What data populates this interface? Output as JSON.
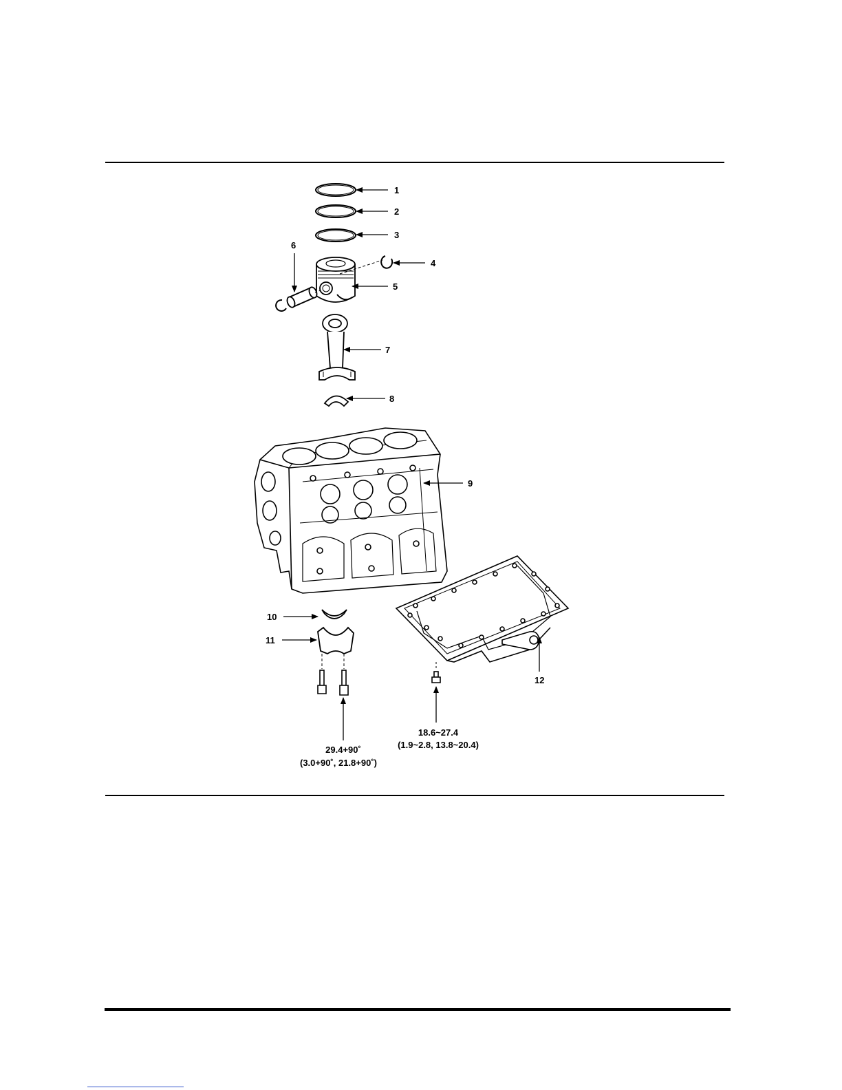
{
  "callouts": {
    "c1": "1",
    "c2": "2",
    "c3": "3",
    "c4": "4",
    "c5": "5",
    "c6": "6",
    "c7": "7",
    "c8": "8",
    "c9": "9",
    "c10": "10",
    "c11": "11",
    "c12": "12"
  },
  "torque": {
    "bearing_cap_line1": "29.4+90˚",
    "bearing_cap_line2": "(3.0+90˚, 21.8+90˚)",
    "oil_pan_line1": "18.6~27.4",
    "oil_pan_line2": "(1.9~2.8, 13.8~20.4)"
  }
}
